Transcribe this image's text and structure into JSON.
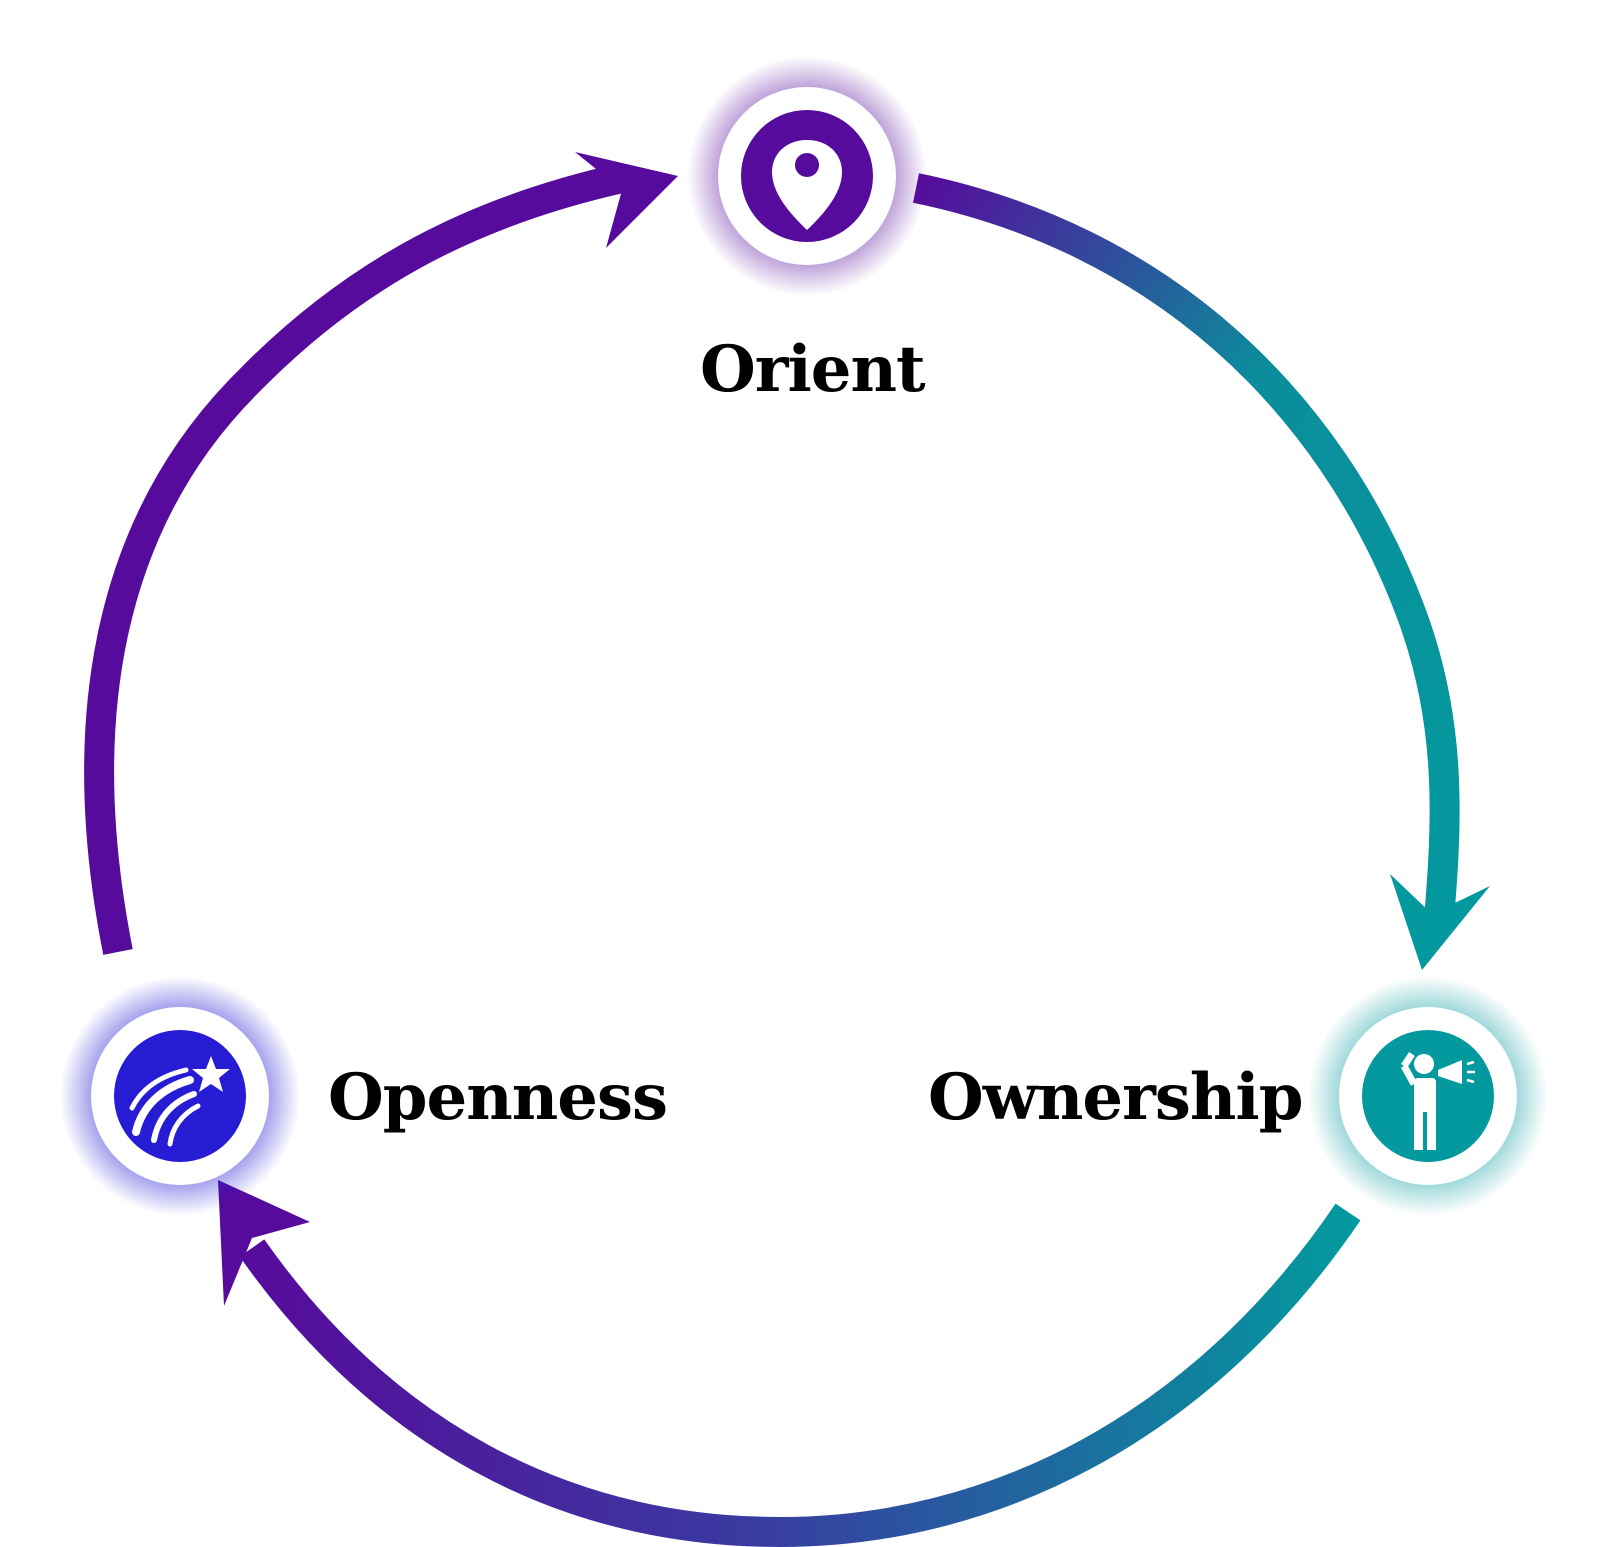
{
  "nodes": [
    {
      "id": "orient",
      "label": "Orient",
      "icon": "map-pin-icon",
      "color": "#560b9c"
    },
    {
      "id": "ownership",
      "label": "Ownership",
      "icon": "person-megaphone-icon",
      "color": "#03999e"
    },
    {
      "id": "openness",
      "label": "Openness",
      "icon": "shooting-star-icon",
      "color": "#251cd3"
    }
  ],
  "colors": {
    "purple": "#560b9c",
    "teal": "#03999e",
    "blue": "#251cd3"
  }
}
